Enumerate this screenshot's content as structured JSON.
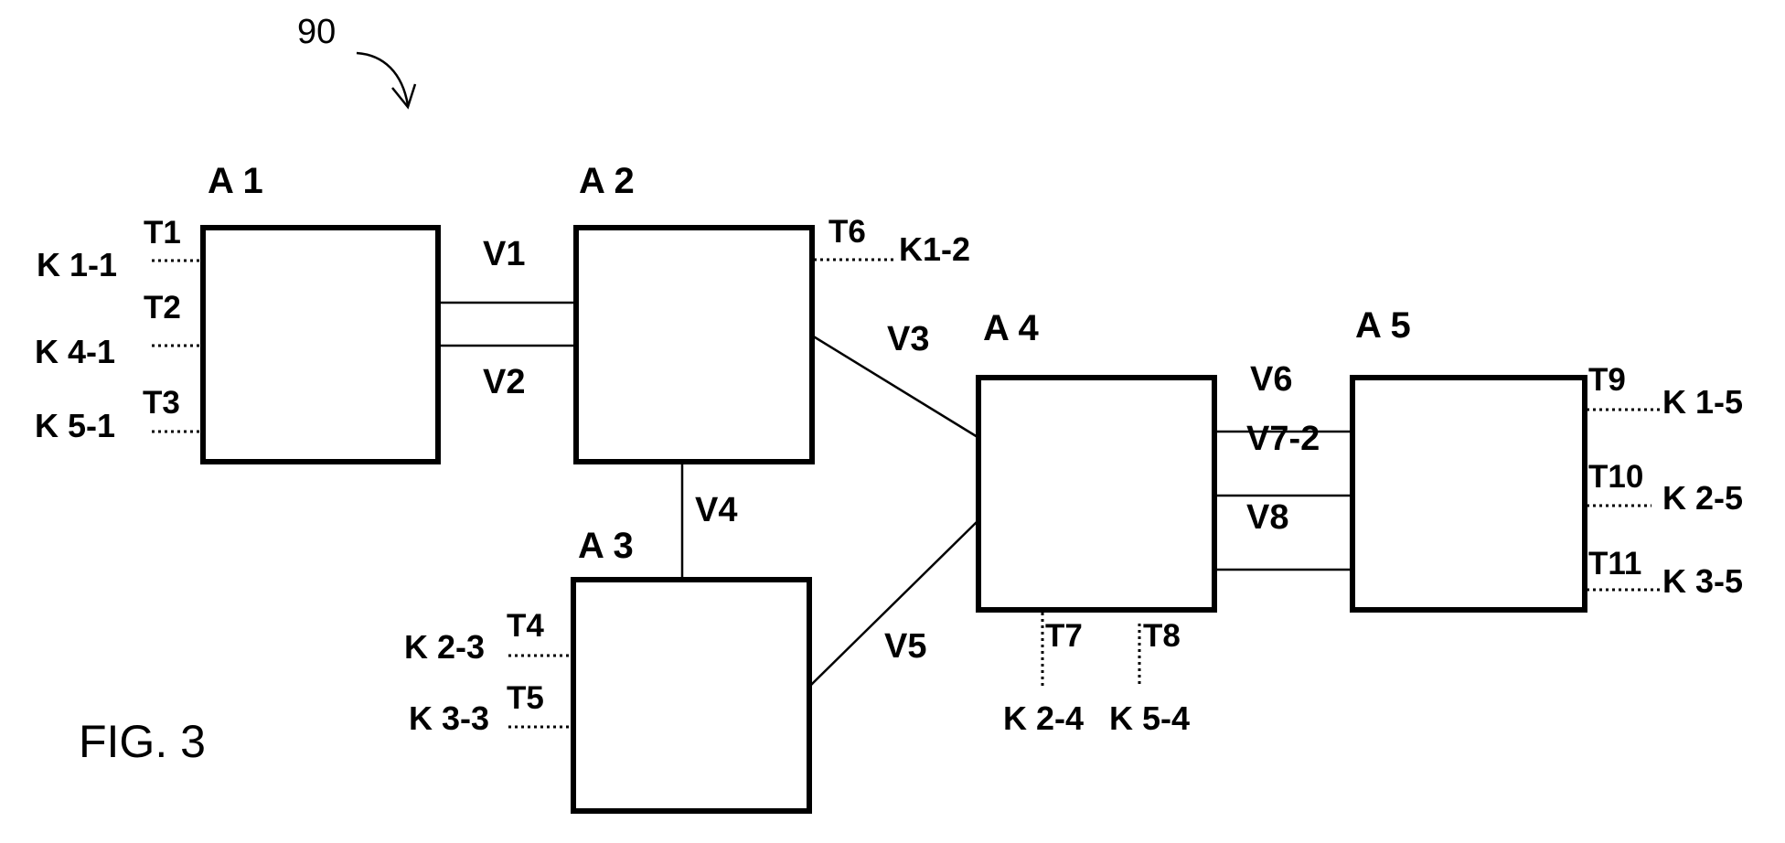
{
  "figure": {
    "reference_numeral": "90",
    "caption": "FIG. 3"
  },
  "nodes": [
    {
      "id": "A1",
      "label": "A 1"
    },
    {
      "id": "A2",
      "label": "A 2"
    },
    {
      "id": "A3",
      "label": "A 3"
    },
    {
      "id": "A4",
      "label": "A 4"
    },
    {
      "id": "A5",
      "label": "A 5"
    }
  ],
  "links": [
    {
      "id": "V1",
      "label": "V1",
      "from": "A1",
      "to": "A2"
    },
    {
      "id": "V2",
      "label": "V2",
      "from": "A1",
      "to": "A2"
    },
    {
      "id": "V3",
      "label": "V3",
      "from": "A2",
      "to": "A4"
    },
    {
      "id": "V4",
      "label": "V4",
      "from": "A2",
      "to": "A3"
    },
    {
      "id": "V5",
      "label": "V5",
      "from": "A3",
      "to": "A4"
    },
    {
      "id": "V6",
      "label": "V6",
      "from": "A4",
      "to": "A5"
    },
    {
      "id": "V7-2",
      "label": "V7-2",
      "from": "A4",
      "to": "A5"
    },
    {
      "id": "V8",
      "label": "V8",
      "from": "A4",
      "to": "A5"
    }
  ],
  "terminals": [
    {
      "id": "T1",
      "label": "T1",
      "node": "A1",
      "client": "K 1-1"
    },
    {
      "id": "T2",
      "label": "T2",
      "node": "A1",
      "client": "K 4-1"
    },
    {
      "id": "T3",
      "label": "T3",
      "node": "A1",
      "client": "K 5-1"
    },
    {
      "id": "T4",
      "label": "T4",
      "node": "A3",
      "client": "K 2-3"
    },
    {
      "id": "T5",
      "label": "T5",
      "node": "A3",
      "client": "K 3-3"
    },
    {
      "id": "T6",
      "label": "T6",
      "node": "A2",
      "client": "K1-2"
    },
    {
      "id": "T7",
      "label": "T7",
      "node": "A4",
      "client": "K 2-4"
    },
    {
      "id": "T8",
      "label": "T8",
      "node": "A4",
      "client": "K 5-4"
    },
    {
      "id": "T9",
      "label": "T9",
      "node": "A5",
      "client": "K 1-5"
    },
    {
      "id": "T10",
      "label": "T10",
      "node": "A5",
      "client": "K 2-5"
    },
    {
      "id": "T11",
      "label": "T11",
      "node": "A5",
      "client": "K 3-5"
    }
  ]
}
